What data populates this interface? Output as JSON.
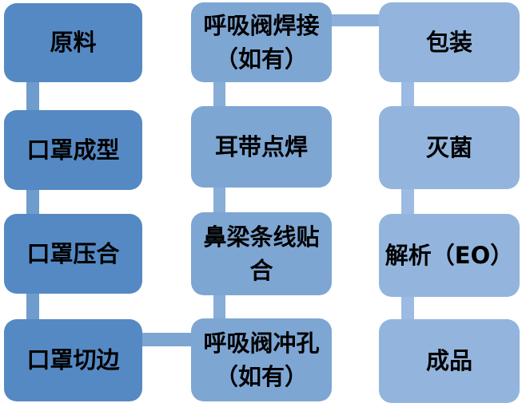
{
  "flowchart": {
    "background": "#FFFFFF",
    "text_color": "#000000",
    "columns": [
      {
        "name": "left",
        "fill": "#5589C3",
        "connector_fill": "#6E9CCC",
        "nodes": [
          {
            "id": "raw-material",
            "label": "原料",
            "line1": "原料"
          },
          {
            "id": "mask-forming",
            "label": "口罩成型",
            "line1": "口罩成型"
          },
          {
            "id": "mask-pressing",
            "label": "口罩压合",
            "line1": "口罩压合"
          },
          {
            "id": "mask-edge-cutting",
            "label": "口罩切边",
            "line1": "口罩切边"
          }
        ]
      },
      {
        "name": "middle",
        "fill": "#7EA6D3",
        "connector_fill": "#88ADD7",
        "nodes": [
          {
            "id": "valve-welding",
            "label": "呼吸阀焊接（如有）",
            "line1": "呼吸阀焊接",
            "line2": "（如有）"
          },
          {
            "id": "ear-strap-spot-welding",
            "label": "耳带点焊",
            "line1": "耳带点焊"
          },
          {
            "id": "nose-bridge-lamination",
            "label": "鼻梁条线贴合",
            "line1": "鼻梁条线贴",
            "line2": "合"
          },
          {
            "id": "valve-punching",
            "label": "呼吸阀冲孔（如有）",
            "line1": "呼吸阀冲孔",
            "line2": "（如有）"
          }
        ]
      },
      {
        "name": "right",
        "fill": "#93B5DD",
        "connector_fill": "#9DBBE2",
        "nodes": [
          {
            "id": "packaging",
            "label": "包装",
            "line1": "包装"
          },
          {
            "id": "sterilization",
            "label": "灭菌",
            "line1": "灭菌"
          },
          {
            "id": "eo-desorption",
            "label": "解析（EO）",
            "line1": "解析（EO）"
          },
          {
            "id": "finished-product",
            "label": "成品",
            "line1": "成品"
          }
        ]
      }
    ],
    "cross_connectors": [
      {
        "id": "weld-to-packaging",
        "from": "呼吸阀焊接（如有）",
        "to": "包装",
        "fill": "#8CAFD9"
      },
      {
        "id": "cut-to-punching",
        "from": "口罩切边",
        "to": "呼吸阀冲孔（如有）",
        "fill": "#7CA5D2"
      }
    ]
  }
}
